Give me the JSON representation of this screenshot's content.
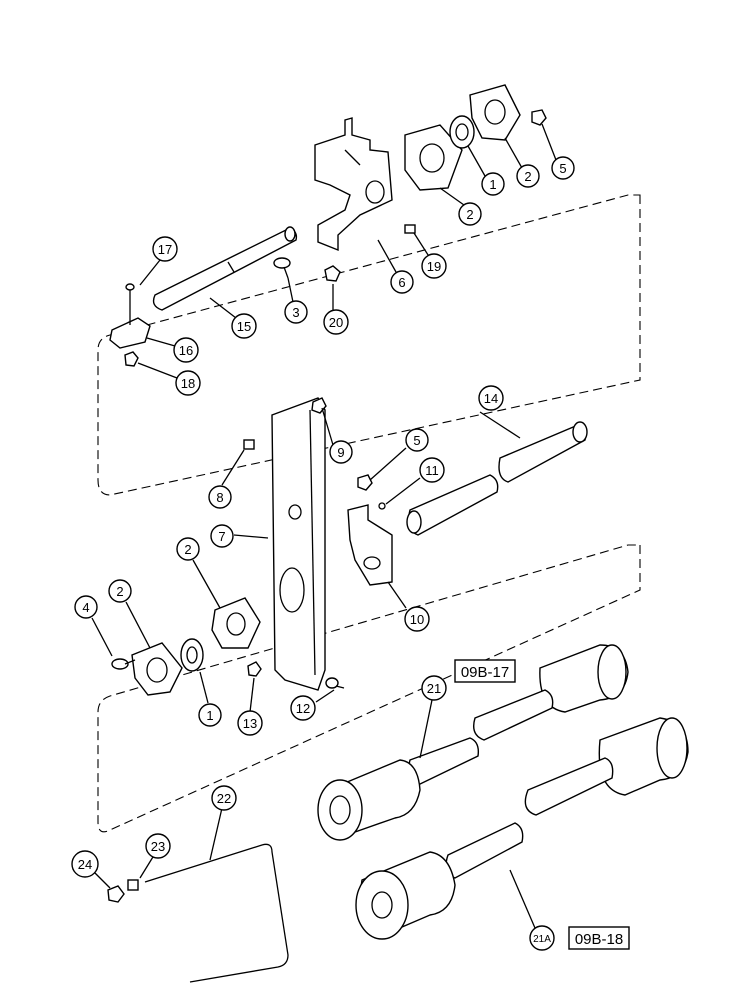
{
  "callouts": {
    "c1a": "1",
    "c2a": "2",
    "c2b": "2",
    "c5a": "5",
    "c19": "19",
    "c6": "6",
    "c20": "20",
    "c3": "3",
    "c15": "15",
    "c17": "17",
    "c16": "16",
    "c18": "18",
    "c9": "9",
    "c14": "14",
    "c5b": "5",
    "c11": "11",
    "c8": "8",
    "c7": "7",
    "c10": "10",
    "c2c": "2",
    "c2d": "2",
    "c4": "4",
    "c1b": "1",
    "c13": "13",
    "c12": "12",
    "c21": "21",
    "c22": "22",
    "c23": "23",
    "c24": "24",
    "c21A": "21A"
  },
  "refs": {
    "top": "09B-17",
    "bottom": "09B-18"
  }
}
